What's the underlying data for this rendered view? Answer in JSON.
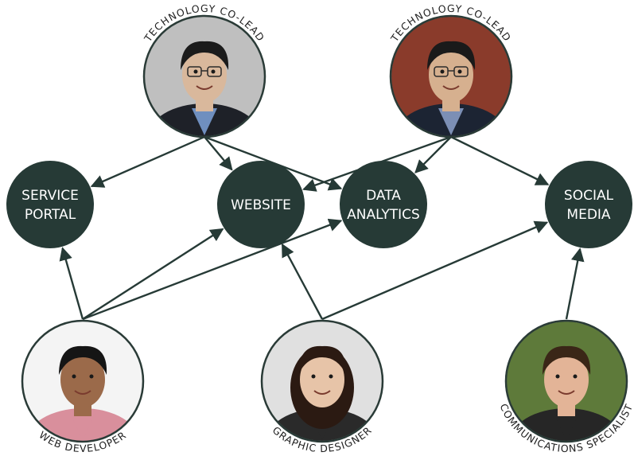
{
  "colors": {
    "node_fill": "#263a36",
    "edge": "#263a36",
    "background": "#ffffff"
  },
  "nodes": [
    {
      "id": "service-portal",
      "lines": [
        "SERVICE",
        "PORTAL"
      ]
    },
    {
      "id": "website",
      "lines": [
        "WEBSITE"
      ]
    },
    {
      "id": "data-analytics",
      "lines": [
        "DATA",
        "ANALYTICS"
      ]
    },
    {
      "id": "social-media",
      "lines": [
        "SOCIAL",
        "MEDIA"
      ]
    }
  ],
  "people": [
    {
      "id": "tech-colead-1",
      "role": "TECHNOLOGY CO-LEAD",
      "label_position": "top",
      "skin": "#d9b89c",
      "hair": "#1b1b1b",
      "shirt": "#6f8fbf",
      "jacket": "#1e2128",
      "bg": "#bfbfbf",
      "glasses": true
    },
    {
      "id": "tech-colead-2",
      "role": "TECHNOLOGY CO-LEAD",
      "label_position": "top",
      "skin": "#d6b08f",
      "hair": "#1a1a1a",
      "shirt": "#7c8fb5",
      "jacket": "#1c2433",
      "bg": "#8a3b2b",
      "glasses": true
    },
    {
      "id": "web-developer",
      "role": "WEB DEVELOPER",
      "label_position": "bottom",
      "skin": "#9b6a4a",
      "hair": "#151515",
      "shirt": "#d98f9c",
      "jacket": "#d98f9c",
      "bg": "#f4f4f4",
      "glasses": false
    },
    {
      "id": "graphic-designer",
      "role": "GRAPHIC DESIGNER",
      "label_position": "bottom",
      "skin": "#e7c4a8",
      "hair": "#2b1a12",
      "shirt": "#2a2a2a",
      "jacket": "#2a2a2a",
      "bg": "#e0e0e0",
      "glasses": false
    },
    {
      "id": "communications-specialist",
      "role": "COMMUNICATIONS SPECIALIST",
      "label_position": "bottom",
      "skin": "#e3b497",
      "hair": "#3a2617",
      "shirt": "#262626",
      "jacket": "#262626",
      "bg": "#5e7a3a",
      "glasses": false
    }
  ],
  "edges": [
    {
      "from": "tech-colead-1",
      "to": "service-portal"
    },
    {
      "from": "tech-colead-1",
      "to": "website"
    },
    {
      "from": "tech-colead-1",
      "to": "data-analytics"
    },
    {
      "from": "tech-colead-2",
      "to": "website"
    },
    {
      "from": "tech-colead-2",
      "to": "data-analytics"
    },
    {
      "from": "tech-colead-2",
      "to": "social-media"
    },
    {
      "from": "web-developer",
      "to": "service-portal"
    },
    {
      "from": "web-developer",
      "to": "website"
    },
    {
      "from": "web-developer",
      "to": "data-analytics"
    },
    {
      "from": "graphic-designer",
      "to": "website"
    },
    {
      "from": "graphic-designer",
      "to": "social-media"
    },
    {
      "from": "communications-specialist",
      "to": "social-media"
    }
  ]
}
